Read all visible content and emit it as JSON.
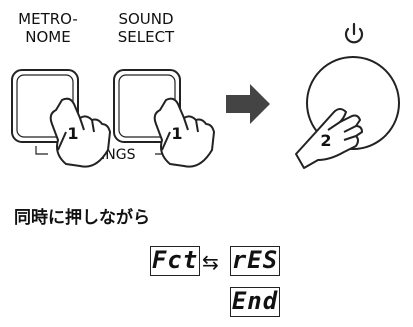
{
  "buttons": [
    {
      "line1": "METRO-",
      "line2": "NOME",
      "finger": "1"
    },
    {
      "line1": "SOUND",
      "line2": "SELECT",
      "finger": "1"
    }
  ],
  "settings_label": "SETTINGS",
  "power": {
    "symbol": "⏻",
    "finger": "2"
  },
  "instruction": "同時に押しながら",
  "displays": {
    "first": "Fct",
    "swap_symbol": "⇆",
    "second": "rES",
    "third": "End"
  }
}
